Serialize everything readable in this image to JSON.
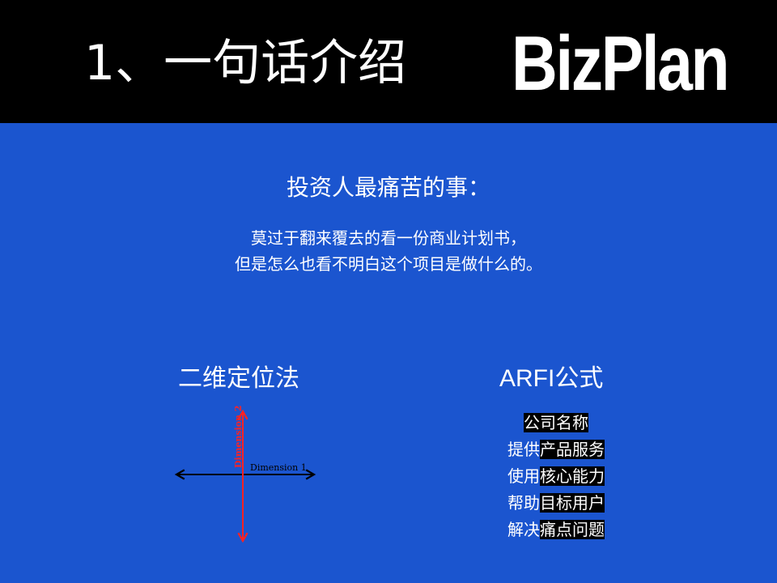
{
  "header": {
    "title": "1、一句话介绍",
    "brand": "BizPlan"
  },
  "main": {
    "heading": "投资人最痛苦的事：",
    "lines": [
      "莫过于翻来覆去的看一份商业计划书，",
      "但是怎么也看不明白这个项目是做什么的。"
    ]
  },
  "two_dimension": {
    "title": "二维定位法",
    "diagram": {
      "x_label": "Dimension 1",
      "y_label": "Dimension 2",
      "x_axis_color": "#000000",
      "y_axis_color": "#ff2222"
    }
  },
  "arfi": {
    "title": "ARFI公式",
    "rows": [
      {
        "prefix": "",
        "highlight": "公司名称"
      },
      {
        "prefix": "提供",
        "highlight": "产品服务"
      },
      {
        "prefix": "使用",
        "highlight": "核心能力"
      },
      {
        "prefix": "帮助",
        "highlight": "目标用户"
      },
      {
        "prefix": "解决",
        "highlight": "痛点问题"
      }
    ]
  },
  "colors": {
    "background": "#1b55cf",
    "header": "#000000",
    "text": "#ffffff",
    "highlight_bg": "#000000"
  }
}
